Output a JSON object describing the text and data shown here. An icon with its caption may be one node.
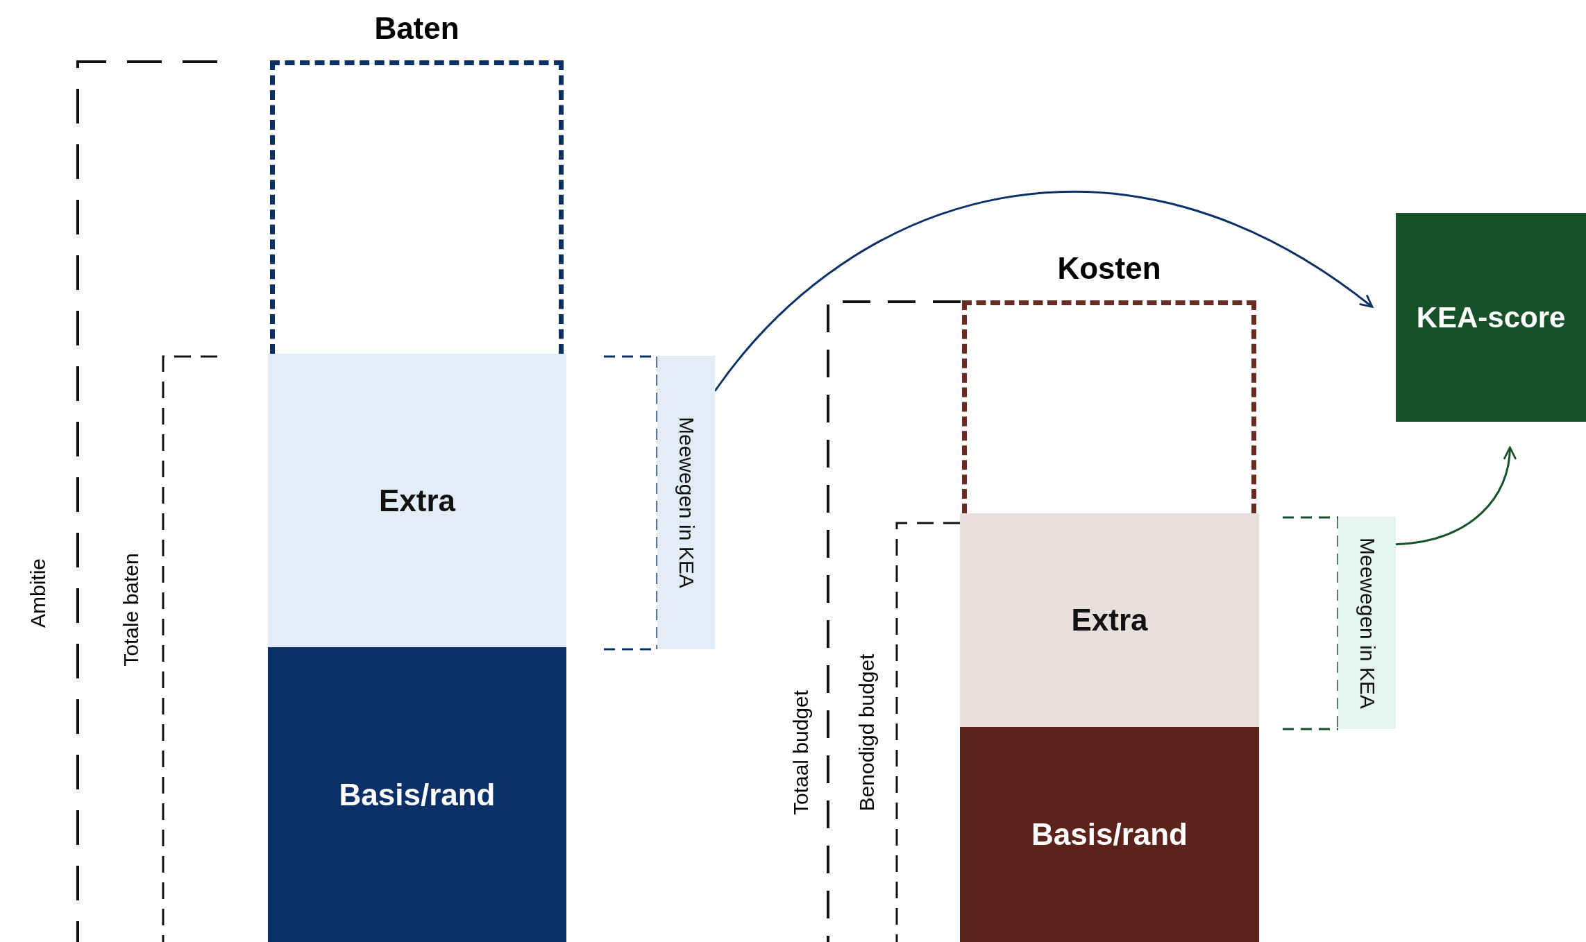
{
  "diagram": {
    "nodes": [
      {
        "text": [],
        "shape": "box",
        "beside": [
          "Baten"
        ]
      },
      {
        "text": [
          "Extra"
        ]
      },
      {
        "text": [
          "Basis/rand"
        ]
      },
      {
        "text": [
          "Meewegen in KEA"
        ]
      },
      {
        "text": [
          "KEA-score"
        ]
      },
      {
        "text": [],
        "shape": "box",
        "beside": [
          "Kosten"
        ]
      },
      {
        "text": [
          "Extra"
        ]
      },
      {
        "text": [
          "Basis/rand"
        ]
      },
      {
        "text": [
          "Meewegen in KEA"
        ]
      }
    ],
    "edges": [
      {
        "from": 3,
        "to": 4,
        "arrow": "to",
        "color": "#0b3068"
      },
      {
        "from": 8,
        "to": 4,
        "arrow": "to",
        "color": "#17512a"
      }
    ],
    "labels": [
      "Ambitie",
      "Totale baten",
      "Totaal budget",
      "Benodigd budget"
    ]
  }
}
